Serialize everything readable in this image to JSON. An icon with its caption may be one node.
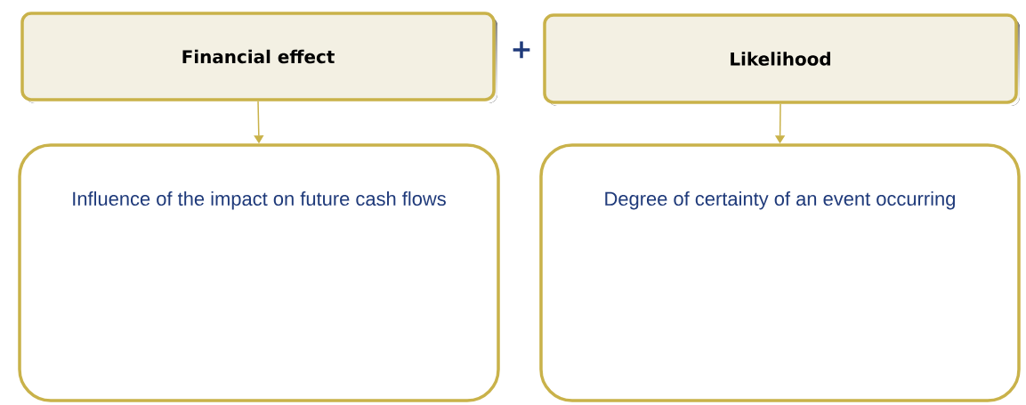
{
  "diagram": {
    "nodes": [
      {
        "text": [
          "Financial effect"
        ]
      },
      {
        "text": [
          "Likelihood"
        ]
      },
      {
        "text": [
          "Influence of the impact on future cash flows"
        ]
      },
      {
        "text": [
          "Degree of certainty of an event occurring"
        ]
      }
    ],
    "edges": [
      {
        "from": 0,
        "to": 2,
        "arrow": "to"
      },
      {
        "from": 1,
        "to": 3,
        "arrow": "to"
      }
    ],
    "labels": [
      "+"
    ]
  }
}
